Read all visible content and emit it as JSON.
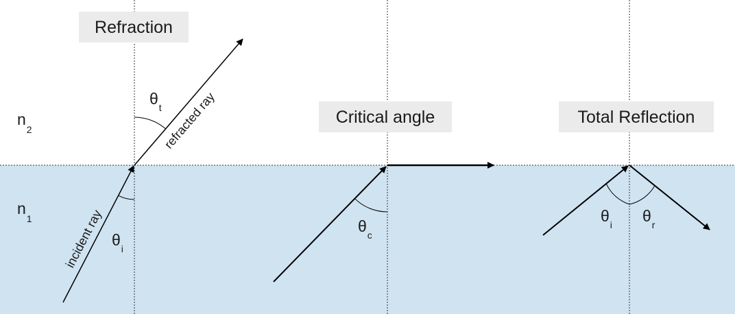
{
  "medium": {
    "upper_index": "n",
    "upper_index_sub": "2",
    "lower_index": "n",
    "lower_index_sub": "1",
    "lower_color": "#cfe3f1"
  },
  "panels": [
    {
      "title": "Refraction",
      "incident_label": "incident ray",
      "refracted_label": "refracted ray",
      "angle_incident": "θ",
      "angle_incident_sub": "i",
      "angle_refracted": "θ",
      "angle_refracted_sub": "t"
    },
    {
      "title": "Critical angle",
      "angle_critical": "θ",
      "angle_critical_sub": "c"
    },
    {
      "title": "Total Reflection",
      "angle_incident": "θ",
      "angle_incident_sub": "i",
      "angle_reflected": "θ",
      "angle_reflected_sub": "r"
    }
  ]
}
